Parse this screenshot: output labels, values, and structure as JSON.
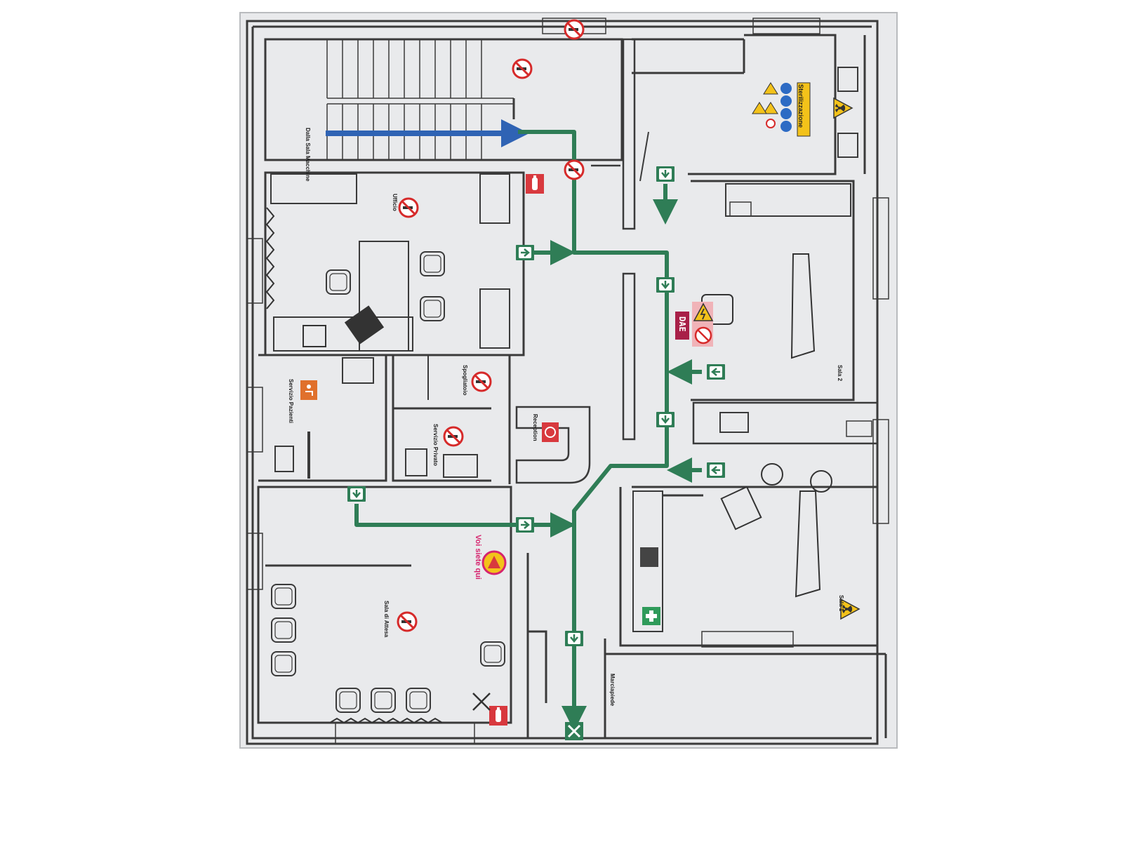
{
  "colors": {
    "background": "#ffffff",
    "paper": "#e9eaec",
    "wall": "#3a3a3a",
    "escape_route": "#2f7d56",
    "arrival_route": "#2f63b4",
    "prohibition_red": "#d62a2a",
    "hazard_yellow": "#f3c21a",
    "mandatory_blue": "#2d6bc4",
    "fire_red": "#d8393e",
    "you_are_here": "#d6246e",
    "aed_label": "#a82048"
  },
  "rooms": {
    "stairs_arrival": "Dalla Sala Macchine",
    "office": "Ufficio",
    "sterilization": "Sterilizzazione",
    "patient_wc": "Servizio Pazienti",
    "changing_room": "Spogliatoio",
    "private_wc": "Servizio Privato",
    "reception": "Reception",
    "room_2": "Sala 2",
    "room_1": "Sala 1",
    "waiting_room": "Sala di Attesa",
    "sidewalk": "Marciapiede"
  },
  "markers": {
    "you_are_here": "Voi siete qui",
    "aed": "DAE"
  },
  "icons": [
    "no-smoking-icon",
    "fire-extinguisher-icon",
    "emergency-exit-arrow-icon",
    "electrical-hazard-icon",
    "radiation-hazard-icon",
    "first-aid-icon",
    "fire-alarm-icon",
    "assembly-point-icon"
  ]
}
